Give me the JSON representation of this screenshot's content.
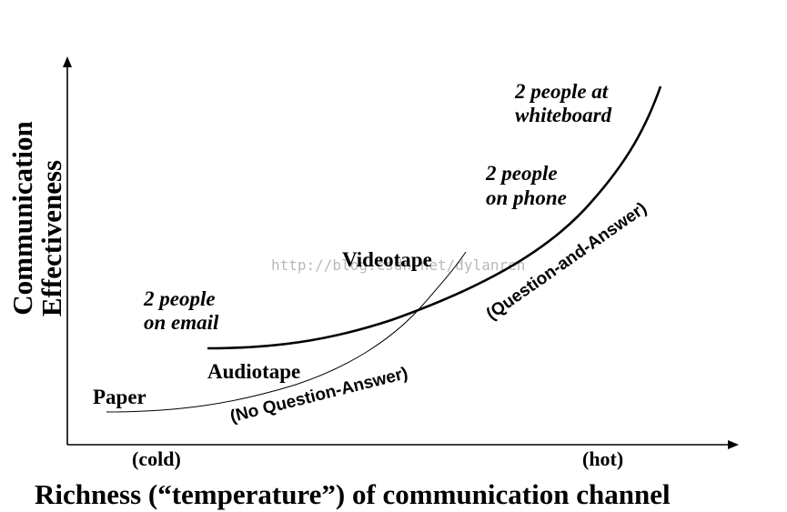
{
  "diagram": {
    "y_axis_label_line1": "Communication",
    "y_axis_label_line2": "Effectiveness",
    "x_axis_label": "Richness (“temperature”) of communication channel",
    "x_axis_cold": "(cold)",
    "x_axis_hot": "(hot)",
    "points": {
      "paper": "Paper",
      "audiotape": "Audiotape",
      "videotape": "Videotape",
      "email_line1": "2 people",
      "email_line2": "on email",
      "phone_line1": "2 people",
      "phone_line2": "on phone",
      "whiteboard_line1": "2 people at",
      "whiteboard_line2": "whiteboard"
    },
    "curves": {
      "no_qa": "(No Question-Answer)",
      "qa": "(Question-and-Answer)"
    },
    "watermark": "http://blog.csdn.net/dylanren"
  }
}
